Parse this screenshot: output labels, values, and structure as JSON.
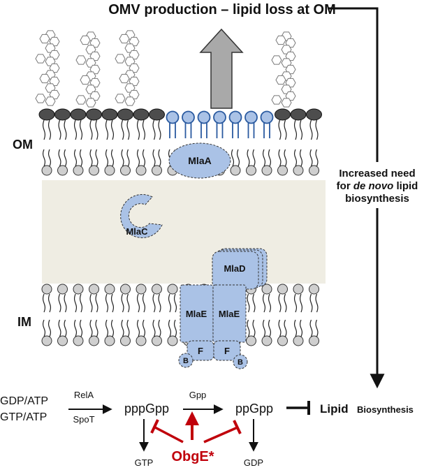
{
  "title": "OMV production – lipid loss at OM",
  "membranes": {
    "outer": "OM",
    "inner": "IM"
  },
  "side_note": {
    "line1": "Increased need",
    "line2_prefix": "for ",
    "line2_italic": "de novo",
    "line2_suffix": " lipid",
    "line3": "biosynthesis"
  },
  "proteins": {
    "mlaA": "MlaA",
    "mlaC": "MlaC",
    "mlaD": "MlaD",
    "mlaE_left": "MlaE",
    "mlaE_right": "MlaE",
    "f_left": "F",
    "f_right": "F",
    "b_left": "B",
    "b_right": "B"
  },
  "pathway": {
    "substrates_line1": "GDP/ATP",
    "substrates_line2": "GTP/ATP",
    "enzyme_top": "RelA",
    "enzyme_bottom": "SpoT",
    "pppGpp": "pppGpp",
    "gpp": "Gpp",
    "ppGpp": "ppGpp",
    "gtp": "GTP",
    "gdp": "GDP",
    "obge": "ObgE*",
    "lipid_bold": "Lipid",
    "lipid_rest": "Biosynthesis"
  },
  "colors": {
    "protein": "#aac2e6",
    "periplasm": "#efede3",
    "arrow_red": "#c0000b",
    "lps_head": "#4d4d4d",
    "pl_head": "#cfcfcf"
  }
}
